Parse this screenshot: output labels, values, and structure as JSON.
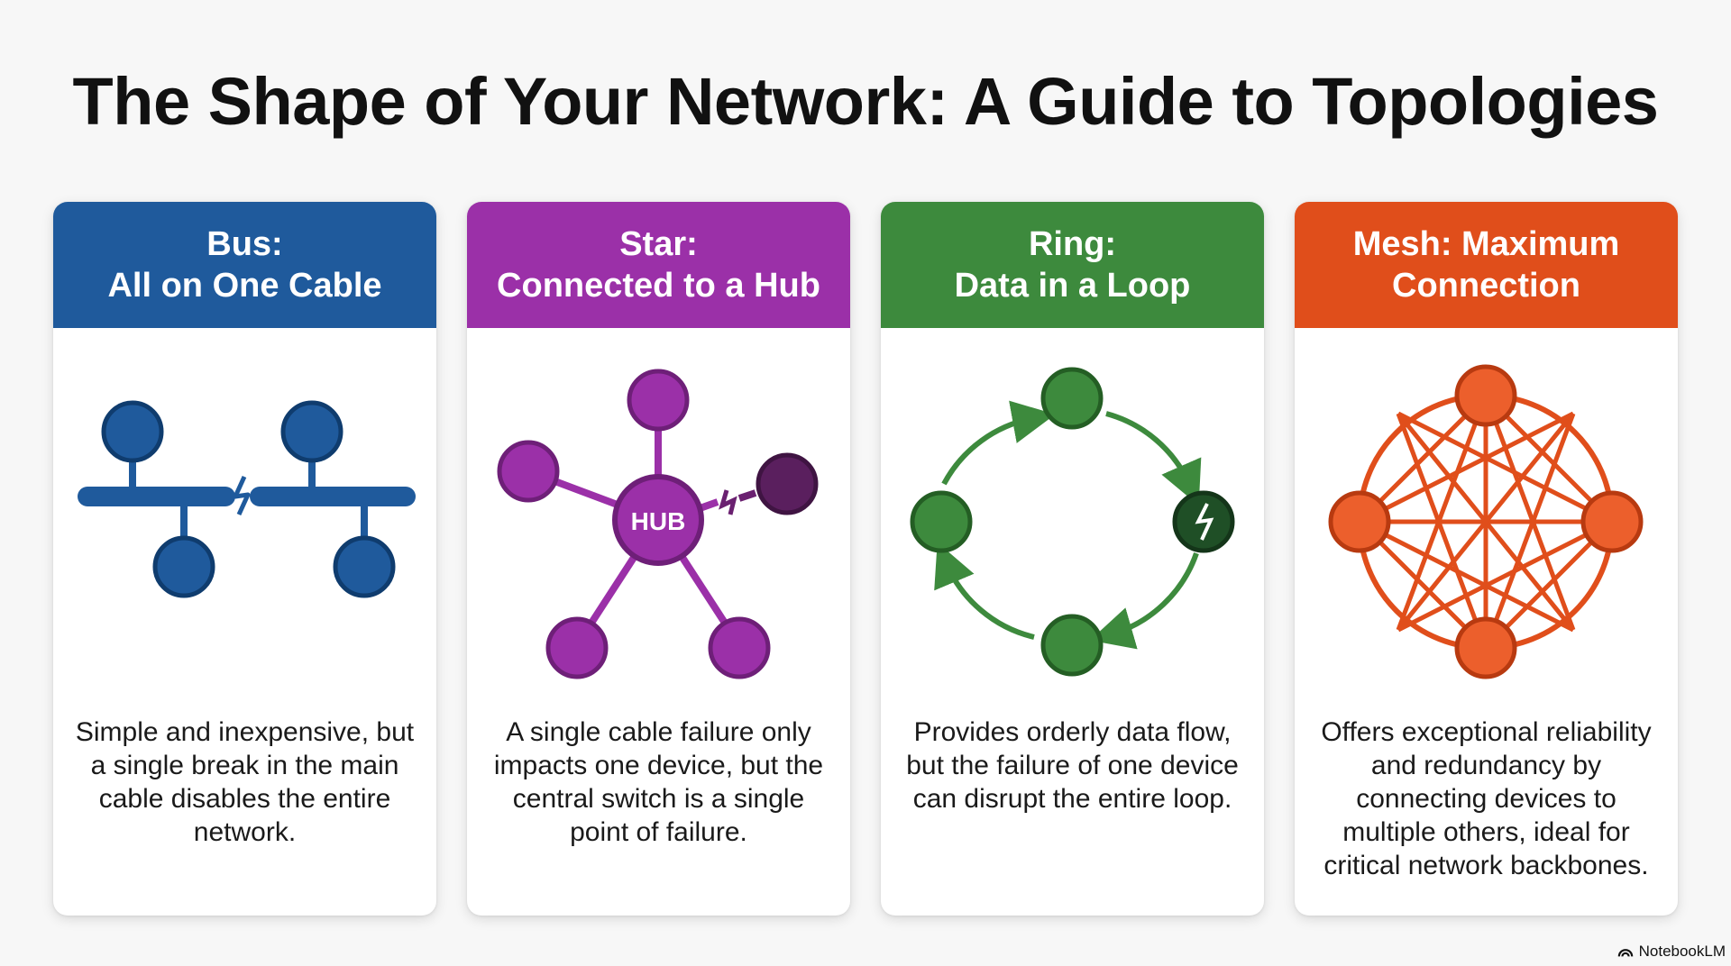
{
  "title": "The Shape of Your Network: A Guide to Topologies",
  "cards": [
    {
      "header_line1": "Bus:",
      "header_line2": "All on One Cable",
      "color": "#1f5a9c",
      "icon": "bus-topology-icon",
      "description": "Simple and inexpensive, but a single break in the main cable disables the entire network."
    },
    {
      "header_line1": "Star:",
      "header_line2": "Connected to a Hub",
      "color": "#9b30a8",
      "icon": "star-topology-icon",
      "hub_label": "HUB",
      "description": "A single cable failure only impacts one device, but the central switch is a single point of failure."
    },
    {
      "header_line1": "Ring:",
      "header_line2": "Data in a Loop",
      "color": "#3d8a3d",
      "icon": "ring-topology-icon",
      "description": "Provides orderly data flow, but the failure of one device can disrupt the entire loop."
    },
    {
      "header_line1": "Mesh: Maximum",
      "header_line2": "Connection",
      "color": "#e04e1b",
      "icon": "mesh-topology-icon",
      "description": "Offers exceptional reliability and redundancy by connecting devices to multiple others, ideal for critical network backbones."
    }
  ],
  "brand": "NotebookLM"
}
